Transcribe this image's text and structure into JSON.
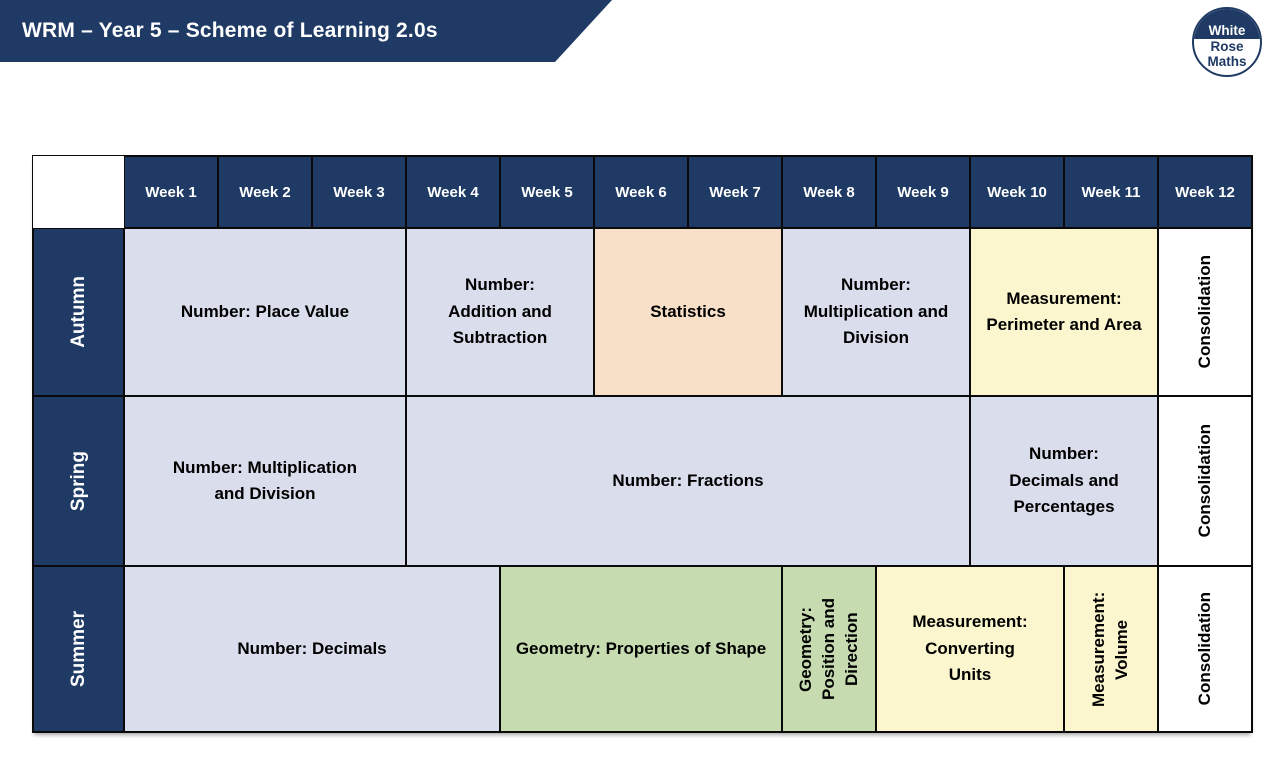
{
  "banner": {
    "title": "WRM – Year 5 – Scheme of Learning 2.0s"
  },
  "logo": {
    "line1": "White",
    "line2": "Rose",
    "line3": "Maths"
  },
  "colors": {
    "navy": "#1F3A64",
    "lavender": "#D9DDEC",
    "peach": "#F7DFC8",
    "yellow": "#FBF6CE",
    "green": "#C6DCB0",
    "white": "#FFFFFF",
    "border": "#0A0A0A",
    "cell_text": "#000000"
  },
  "table": {
    "week_headers": [
      "Week 1",
      "Week 2",
      "Week 3",
      "Week 4",
      "Week 5",
      "Week 6",
      "Week 7",
      "Week 8",
      "Week 9",
      "Week 10",
      "Week 11",
      "Week 12"
    ],
    "rows": [
      {
        "season": "Autumn",
        "blocks": [
          {
            "label": "Number: Place Value",
            "weeks": 3,
            "color": "lavender",
            "orientation": "horizontal"
          },
          {
            "label": "Number: Addition and Subtraction",
            "weeks": 2,
            "color": "lavender",
            "orientation": "horizontal"
          },
          {
            "label": "Statistics",
            "weeks": 2,
            "color": "peach",
            "orientation": "horizontal"
          },
          {
            "label": "Number: Multiplication and Division",
            "weeks": 2,
            "color": "lavender",
            "orientation": "horizontal"
          },
          {
            "label": "Measurement: Perimeter and Area",
            "weeks": 2,
            "color": "yellow",
            "orientation": "horizontal"
          },
          {
            "label": "Consolidation",
            "weeks": 1,
            "color": "white",
            "orientation": "vertical"
          }
        ]
      },
      {
        "season": "Spring",
        "blocks": [
          {
            "label": "Number: Multiplication and Division",
            "weeks": 3,
            "color": "lavender",
            "orientation": "horizontal"
          },
          {
            "label": "Number: Fractions",
            "weeks": 6,
            "color": "lavender",
            "orientation": "horizontal"
          },
          {
            "label": "Number: Decimals and Percentages",
            "weeks": 2,
            "color": "lavender",
            "orientation": "horizontal"
          },
          {
            "label": "Consolidation",
            "weeks": 1,
            "color": "white",
            "orientation": "vertical"
          }
        ]
      },
      {
        "season": "Summer",
        "blocks": [
          {
            "label": "Number: Decimals",
            "weeks": 4,
            "color": "lavender",
            "orientation": "horizontal"
          },
          {
            "label": "Geometry: Properties of Shape",
            "weeks": 3,
            "color": "green",
            "orientation": "horizontal"
          },
          {
            "label": "Geometry: Position and Direction",
            "weeks": 1,
            "color": "green",
            "orientation": "vertical"
          },
          {
            "label": "Measurement: Converting Units",
            "weeks": 2,
            "color": "yellow",
            "orientation": "horizontal"
          },
          {
            "label": "Measurement: Volume",
            "weeks": 1,
            "color": "yellow",
            "orientation": "vertical"
          },
          {
            "label": "Consolidation",
            "weeks": 1,
            "color": "white",
            "orientation": "vertical"
          }
        ]
      }
    ]
  }
}
